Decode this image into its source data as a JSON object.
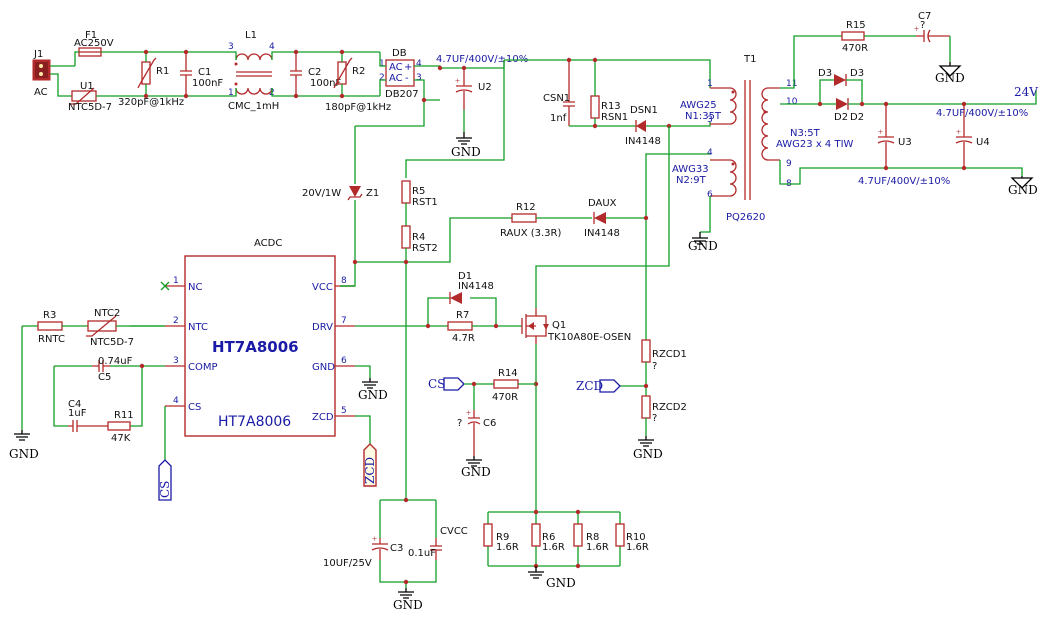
{
  "schematic": {
    "input": {
      "connector": {
        "ref": "J1",
        "label": "AC"
      },
      "fuse": {
        "ref": "F1",
        "value": "AC250V"
      },
      "ntc_inrush": {
        "ref": "U1",
        "value": "NTC5D-7"
      },
      "varistor1": {
        "ref": "R1",
        "value": "320pF@1kHz"
      },
      "cap1": {
        "ref": "C1",
        "value": "100nF"
      },
      "choke": {
        "ref": "L1",
        "value": "CMC_1mH",
        "pins": [
          "3",
          "4",
          "1",
          "2"
        ]
      },
      "cap2": {
        "ref": "C2",
        "value": "100nF"
      },
      "varistor2": {
        "ref": "R2",
        "value": "180pF@1kHz"
      },
      "bridge": {
        "ref": "DB",
        "value": "DB207",
        "ac_label": "AC",
        "plus": "+",
        "minus": "-"
      },
      "bulk_cap": {
        "ref": "U2",
        "value": "4.7UF/400V/±10%"
      }
    },
    "snubber": {
      "csn1": {
        "ref": "CSN1",
        "value": "1nf"
      },
      "r13": {
        "ref": "R13",
        "value": "RSN1"
      },
      "dsn1": {
        "ref": "DSN1",
        "value": "IN4148"
      }
    },
    "transformer": {
      "ref": "T1",
      "core": "PQ2620",
      "primary": {
        "wire": "AWG25",
        "ratio": "N1:35T"
      },
      "aux": {
        "wire": "AWG33",
        "ratio": "N2:9T"
      },
      "secondary": {
        "ratio": "N3:5T",
        "wire": "AWG23 x 4 TIW"
      },
      "pins": [
        "1",
        "3",
        "4",
        "6",
        "11",
        "10",
        "9",
        "8"
      ]
    },
    "output": {
      "r15": {
        "ref": "R15",
        "value": "470R"
      },
      "c7": {
        "ref": "C7",
        "value": "?"
      },
      "d3": {
        "ref": "D3",
        "value": "D3"
      },
      "d2": {
        "ref": "D2",
        "value": "D2"
      },
      "u3": {
        "ref": "U3",
        "value": "4.7UF/400V/±10%"
      },
      "u4": {
        "ref": "U4",
        "value": "4.7UF/400V/±10%"
      },
      "net": "24V"
    },
    "startup": {
      "z1": {
        "ref": "Z1",
        "value": "20V/1W"
      },
      "r5": {
        "ref": "R5",
        "value": "RST1"
      },
      "r4": {
        "ref": "R4",
        "value": "RST2"
      }
    },
    "aux_supply": {
      "r12": {
        "ref": "R12",
        "value": "RAUX (3.3R)"
      },
      "daux": {
        "ref": "DAUX",
        "value": "IN4148"
      }
    },
    "controller": {
      "title": "ACDC",
      "part": "HT7A8006",
      "value": "HT7A8006",
      "pins_left": [
        {
          "num": "1",
          "name": "NC"
        },
        {
          "num": "2",
          "name": "NTC"
        },
        {
          "num": "3",
          "name": "COMP"
        },
        {
          "num": "4",
          "name": "CS"
        }
      ],
      "pins_right": [
        {
          "num": "8",
          "name": "VCC"
        },
        {
          "num": "7",
          "name": "DRV"
        },
        {
          "num": "6",
          "name": "GND"
        },
        {
          "num": "5",
          "name": "ZCD"
        }
      ]
    },
    "comp_network": {
      "r3": {
        "ref": "R3",
        "value": "RNTC"
      },
      "ntc2": {
        "ref": "NTC2",
        "value": "NTC5D-7"
      },
      "c5": {
        "ref": "C5",
        "value": "0.74uF"
      },
      "c4": {
        "ref": "C4",
        "value": "1uF"
      },
      "r11": {
        "ref": "R11",
        "value": "47K"
      }
    },
    "gate_drive": {
      "d1": {
        "ref": "D1",
        "value": "IN4148"
      },
      "r7": {
        "ref": "R7",
        "value": "4.7R"
      },
      "q1": {
        "ref": "Q1",
        "value": "TK10A80E-OSEN"
      }
    },
    "sense": {
      "r14": {
        "ref": "R14",
        "value": "470R"
      },
      "c6": {
        "ref": "C6",
        "value": "?"
      },
      "shunts": [
        {
          "ref": "R9",
          "value": "1.6R"
        },
        {
          "ref": "R6",
          "value": "1.6R"
        },
        {
          "ref": "R8",
          "value": "1.6R"
        },
        {
          "ref": "R10",
          "value": "1.6R"
        }
      ]
    },
    "zcd_divider": {
      "rzcd1": {
        "ref": "RZCD1",
        "value": "?"
      },
      "rzcd2": {
        "ref": "RZCD2",
        "value": "?"
      }
    },
    "vcc_caps": {
      "c3": {
        "ref": "C3",
        "value": "10UF/25V"
      },
      "cvcc": {
        "ref": "CVCC",
        "value": "0.1uF"
      }
    },
    "labels": {
      "gnd": "GND",
      "cs": "CS",
      "zcd": "ZCD"
    }
  }
}
